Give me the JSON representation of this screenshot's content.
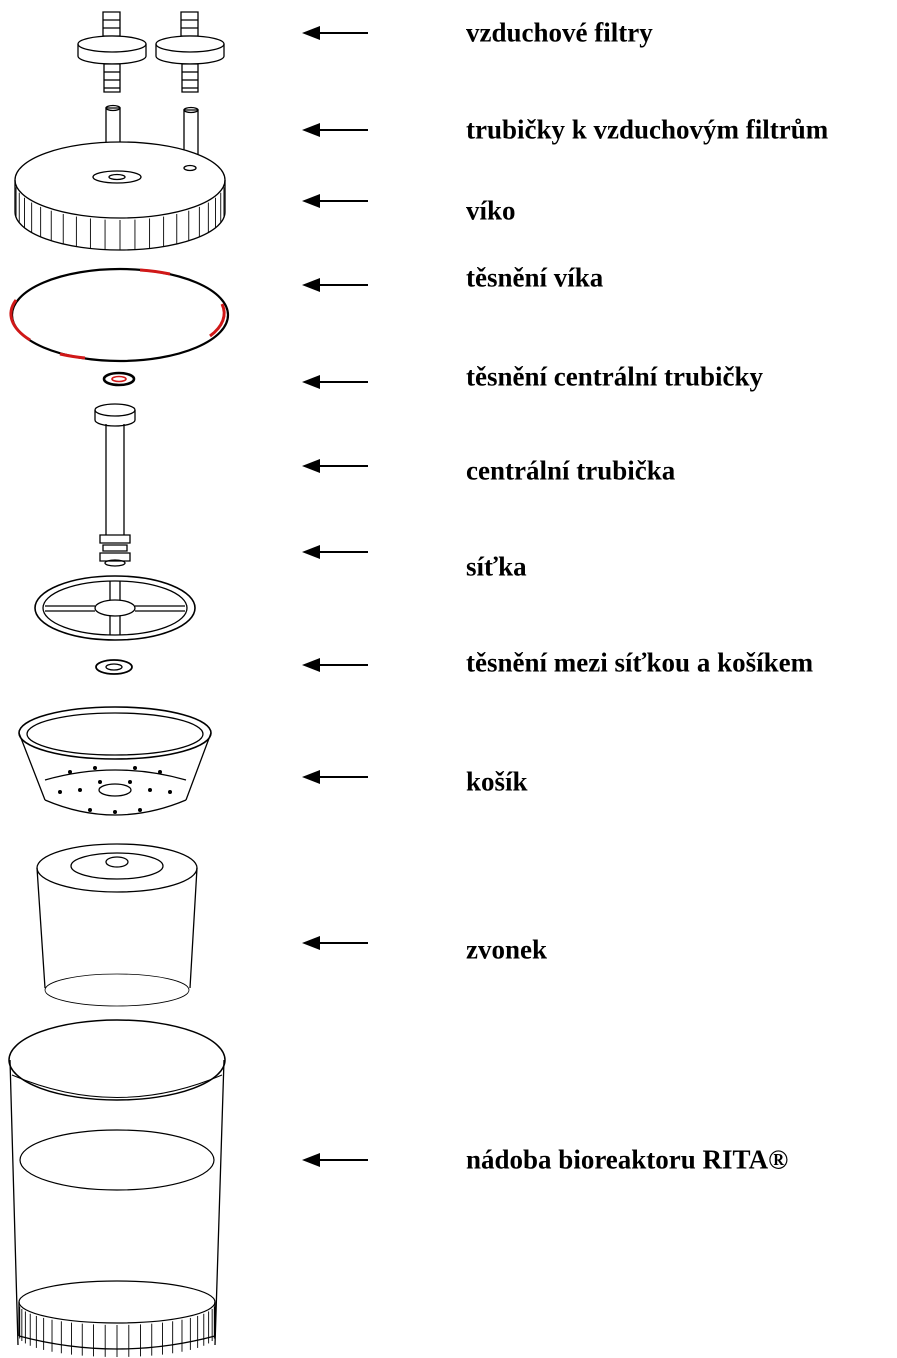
{
  "labels": {
    "air_filters": "vzduchové filtry",
    "filter_tubes": "trubičky k vzduchovým filtrům",
    "lid": "víko",
    "lid_seal": "těsnění víka",
    "central_tube_seal": "těsnění centrální trubičky",
    "central_tube": "centrální trubička",
    "mesh": "síťka",
    "mesh_basket_seal": "těsnění mezi síťkou a košíkem",
    "basket": "košík",
    "bell": "zvonek",
    "vessel": "nádoba bioreaktoru RITA®"
  },
  "colors": {
    "line": "#000000",
    "seal_accent": "#d01818",
    "background": "#ffffff"
  },
  "icons": {
    "arrow": "left-arrow-icon"
  }
}
